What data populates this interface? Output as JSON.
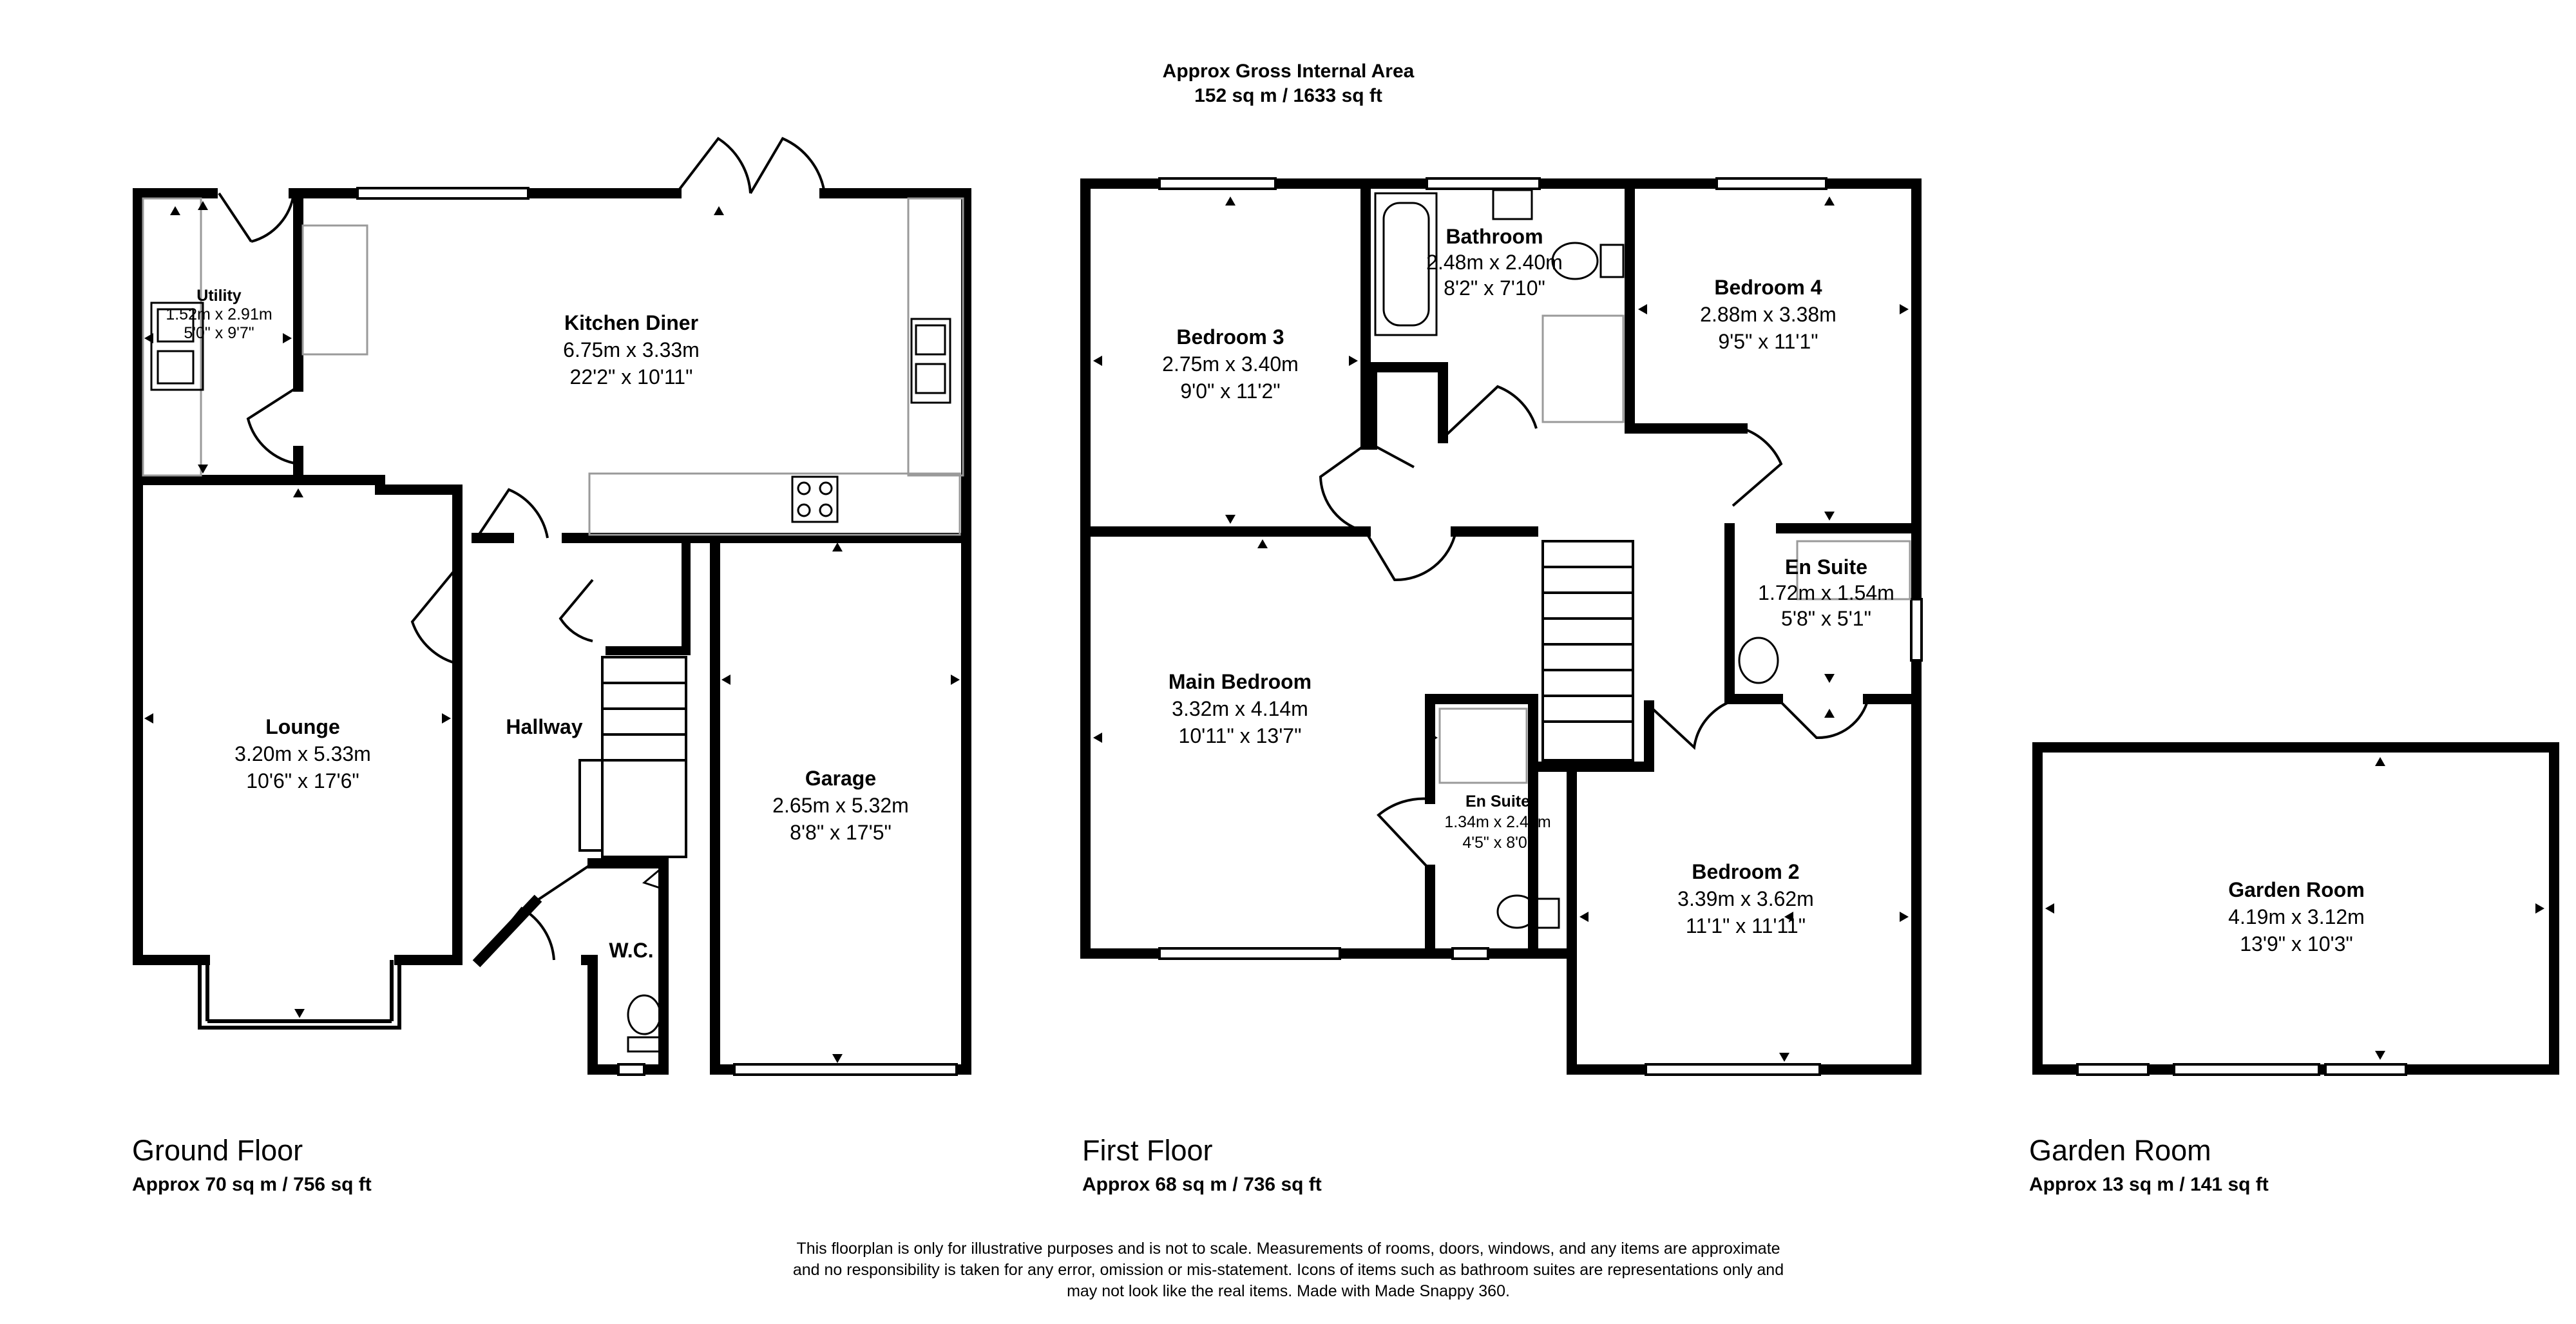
{
  "header": {
    "line1": "Approx Gross Internal Area",
    "line2": "152 sq m / 1633 sq ft"
  },
  "ground_floor": {
    "name": "Ground Floor",
    "area": "Approx 70 sq m / 756 sq ft",
    "rooms": {
      "utility": {
        "name": "Utility",
        "metric": "1.52m x 2.91m",
        "imperial": "5'0\" x 9'7\""
      },
      "kitchen": {
        "name": "Kitchen Diner",
        "metric": "6.75m x 3.33m",
        "imperial": "22'2\" x 10'11\""
      },
      "lounge": {
        "name": "Lounge",
        "metric": "3.20m x 5.33m",
        "imperial": "10'6\" x 17'6\""
      },
      "hallway": {
        "name": "Hallway"
      },
      "garage": {
        "name": "Garage",
        "metric": "2.65m x 5.32m",
        "imperial": "8'8\" x 17'5\""
      },
      "wc": {
        "name": "W.C."
      }
    }
  },
  "first_floor": {
    "name": "First Floor",
    "area": "Approx 68 sq m / 736 sq ft",
    "rooms": {
      "bedroom3": {
        "name": "Bedroom 3",
        "metric": "2.75m x 3.40m",
        "imperial": "9'0\" x 11'2\""
      },
      "bathroom": {
        "name": "Bathroom",
        "metric": "2.48m x 2.40m",
        "imperial": "8'2\" x 7'10\""
      },
      "bedroom4": {
        "name": "Bedroom 4",
        "metric": "2.88m x 3.38m",
        "imperial": "9'5\" x 11'1\""
      },
      "ensuite1": {
        "name": "En Suite",
        "metric": "1.72m x 1.54m",
        "imperial": "5'8\" x 5'1\""
      },
      "main_bedroom": {
        "name": "Main Bedroom",
        "metric": "3.32m x 4.14m",
        "imperial": "10'11\" x 13'7\""
      },
      "ensuite2": {
        "name": "En Suite",
        "metric": "1.34m x 2.43m",
        "imperial": "4'5\" x 8'0\""
      },
      "bedroom2": {
        "name": "Bedroom 2",
        "metric": "3.39m x 3.62m",
        "imperial": "11'1\" x 11'11\""
      }
    }
  },
  "garden_room": {
    "name": "Garden Room",
    "area": "Approx 13 sq m / 141 sq ft",
    "rooms": {
      "garden": {
        "name": "Garden Room",
        "metric": "4.19m x 3.12m",
        "imperial": "13'9\" x 10'3\""
      }
    }
  },
  "disclaimer": {
    "line1": "This floorplan is only for illustrative purposes and is not to scale. Measurements of rooms, doors, windows, and any items are approximate",
    "line2": "and no responsibility is taken for any error, omission or mis-statement. Icons of items such as bathroom suites are representations only and",
    "line3": "may not look like the real items. Made with Made Snappy 360."
  },
  "colors": {
    "wall": "#000000",
    "fixture": "#9a9a9a",
    "background": "#ffffff"
  }
}
